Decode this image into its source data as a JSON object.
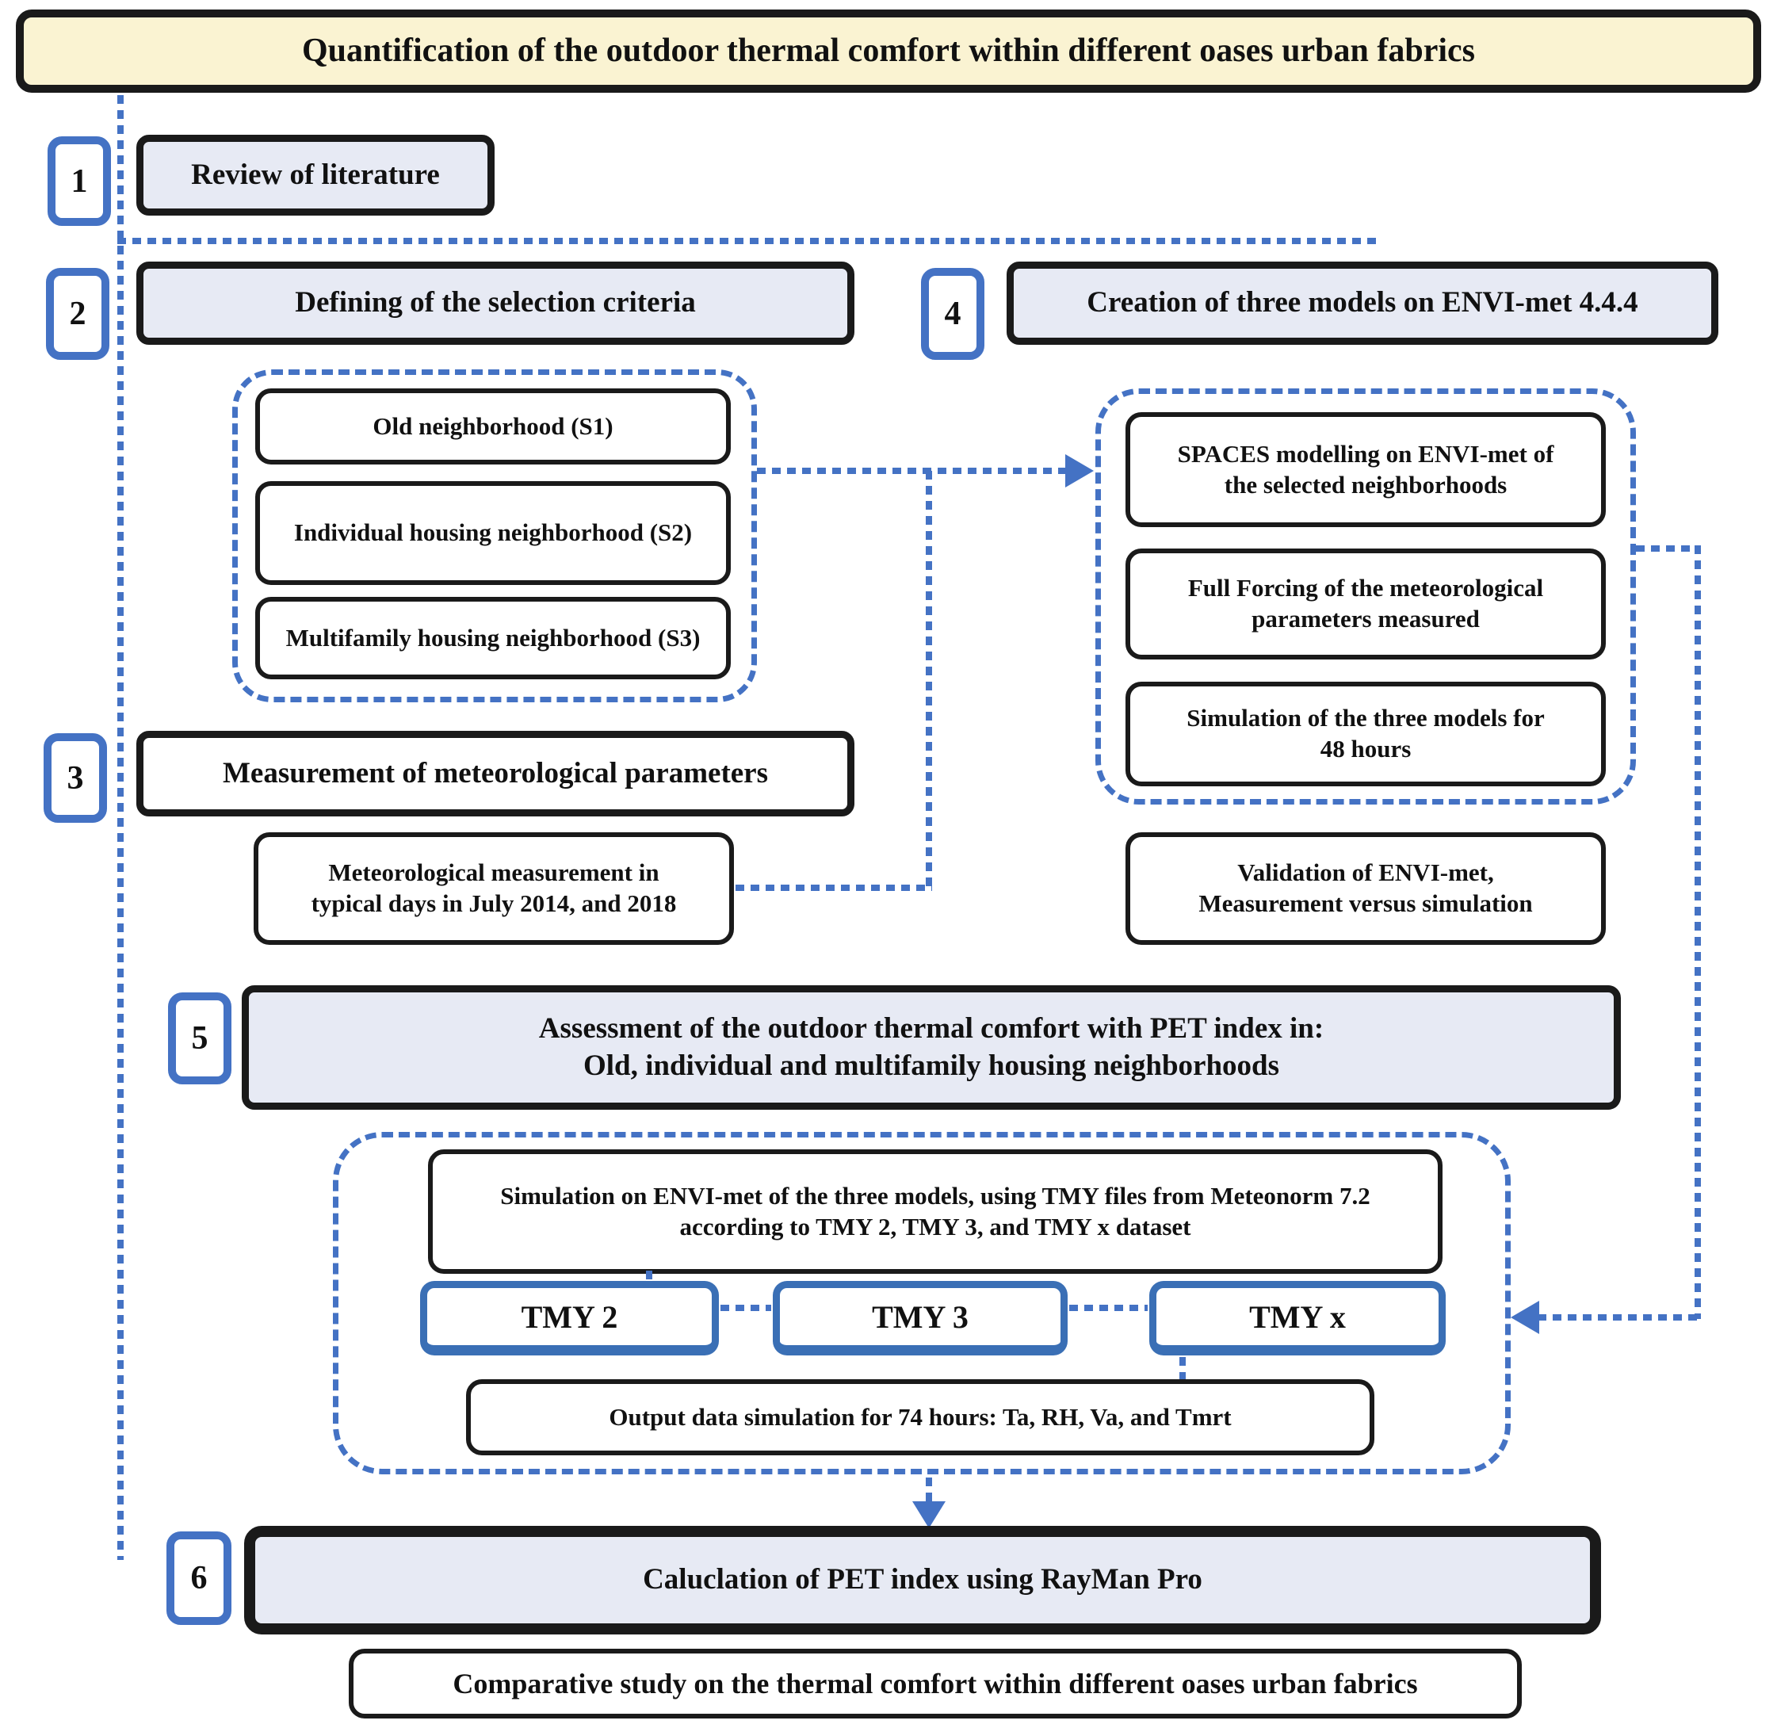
{
  "title": "Quantification of the outdoor thermal comfort within different oases urban fabrics",
  "steps": [
    {
      "num": "1",
      "label": "Review of literature"
    },
    {
      "num": "2",
      "label": "Defining of the selection criteria"
    },
    {
      "num": "3",
      "label": "Measurement of meteorological parameters"
    },
    {
      "num": "4",
      "label": "Creation of three models on ENVI-met 4.4.4"
    },
    {
      "num": "5",
      "label": "Assessment of the outdoor thermal comfort with PET index in:\nOld, individual and multifamily housing neighborhoods"
    },
    {
      "num": "6",
      "label": "Caluclation of PET index using RayMan Pro"
    }
  ],
  "selection": {
    "items": [
      "Old neighborhood (S1)",
      "Individual housing neighborhood (S2)",
      "Multifamily housing neighborhood (S3)"
    ]
  },
  "envimet": {
    "items": [
      "SPACES modelling on ENVI-met of\nthe selected neighborhoods",
      "Full Forcing of the meteorological\nparameters measured",
      "Simulation of the three models for\n48 hours"
    ]
  },
  "measurement_box": "Meteorological measurement in\ntypical days in July 2014, and 2018",
  "validation_box": "Validation of ENVI-met,\nMeasurement versus simulation",
  "tmy": {
    "sim_box": "Simulation on ENVI-met of the three models, using TMY files from Meteonorm 7.2\naccording to TMY 2, TMY 3, and TMY x dataset",
    "options": [
      "TMY 2",
      "TMY 3",
      "TMY x"
    ],
    "output_box": "Output data simulation for 74 hours: Ta, RH, Va, and Tmrt"
  },
  "final_box": "Comparative study on the thermal comfort within different oases urban fabrics",
  "colors": {
    "accent_blue": "#4472c4",
    "tmy_blue": "#3a6fb5",
    "title_fill": "#faf3d2",
    "step_fill": "#e7eaf4",
    "border_black": "#1a1a1a"
  }
}
